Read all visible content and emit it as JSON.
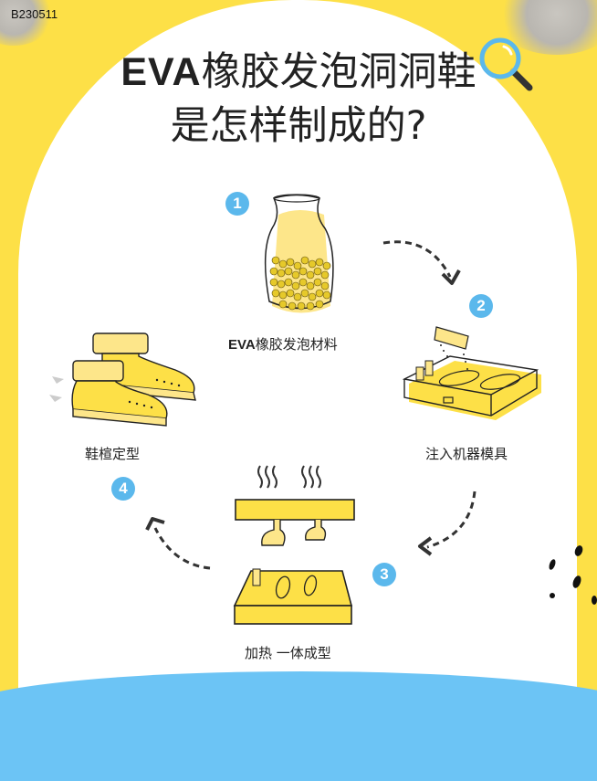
{
  "image_code": "B230511",
  "title": {
    "line1_latin": "EVA",
    "line1_cjk": "橡胶发泡洞洞鞋",
    "line2": "是怎样制成的?"
  },
  "steps": [
    {
      "number": "1",
      "label_latin": "EVA",
      "label_cjk": "橡胶发泡材料",
      "illustration": "jar-of-pellets"
    },
    {
      "number": "2",
      "label": "注入机器模具",
      "illustration": "pouring-into-mold"
    },
    {
      "number": "3",
      "label": "加热 一体成型",
      "illustration": "heat-press-mold"
    },
    {
      "number": "4",
      "label": "鞋楦定型",
      "illustration": "shoes-on-lasts"
    }
  ],
  "colors": {
    "accent_yellow": "#fde047",
    "step_badge_blue": "#5bb8ec",
    "bottom_blue": "#6cc4f5",
    "text_dark": "#222222"
  }
}
